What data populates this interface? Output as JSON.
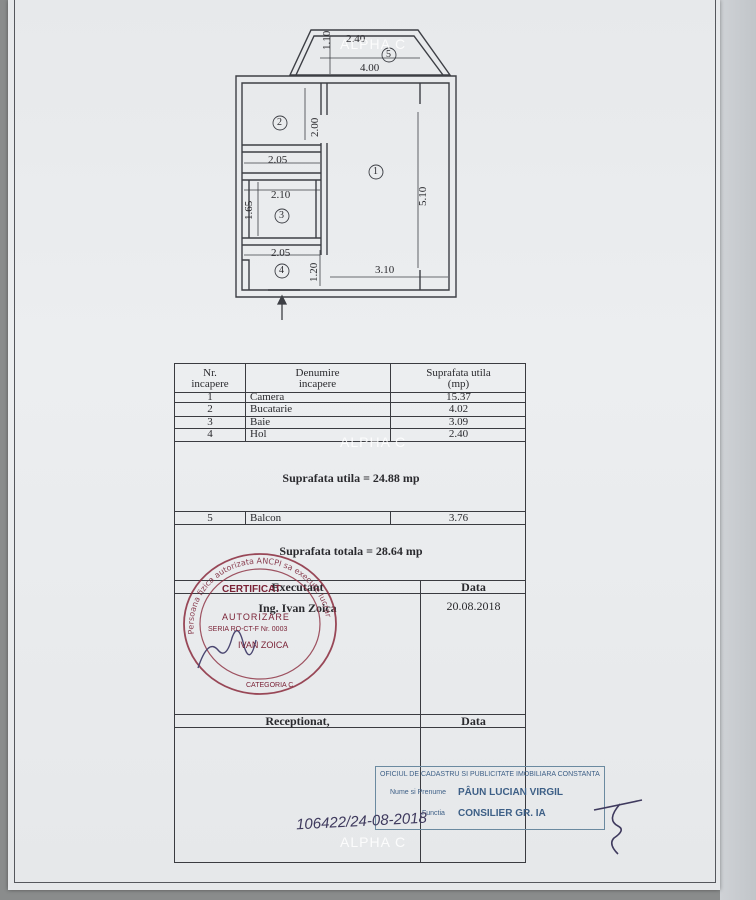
{
  "watermark": "ALPHA C",
  "plan": {
    "dims": {
      "balcony_top": "2.40",
      "balcony_side": "1.10",
      "total_width": "4.00",
      "room2_height": "2.00",
      "room2_width": "2.05",
      "room3_width": "2.10",
      "room3_height": "1.65",
      "room4_width": "2.05",
      "room4_height": "1.20",
      "room1_width": "3.10",
      "room1_height": "5.10"
    },
    "room_numbers": [
      "1",
      "2",
      "3",
      "4",
      "5"
    ]
  },
  "table": {
    "headers": {
      "nr": [
        "Nr.",
        "incapere"
      ],
      "name": [
        "Denumire",
        "incapere"
      ],
      "area": [
        "Suprafata utila",
        "(mp)"
      ]
    },
    "rows": [
      {
        "nr": "1",
        "name": "Camera",
        "area": "15.37"
      },
      {
        "nr": "2",
        "name": "Bucatarie",
        "area": "4.02"
      },
      {
        "nr": "3",
        "name": "Baie",
        "area": "3.09"
      },
      {
        "nr": "4",
        "name": "Hol",
        "area": "2.40"
      }
    ],
    "useful_total": "Suprafata utila = 24.88 mp",
    "balcony_row": {
      "nr": "5",
      "name": "Balcon",
      "area": "3.76"
    },
    "grand_total": "Suprafata totala = 28.64 mp",
    "executed_label": "Executant",
    "date_label": "Data",
    "executor_name": "Ing. Ivan Zoica",
    "executed_date": "20.08.2018",
    "received_label": "Receptionat,",
    "received_date_label": "Data"
  },
  "stamp_round": {
    "top_arc": "Persoana fizica autorizata ANCPI sa execute lucrari de cadastru",
    "certificat": "CERTIFICAT",
    "autorizare": "AUTORIZARE",
    "serie": "SERIA RO-CT-F Nr. 0003",
    "name": "IVAN ZOICA",
    "categoria": "CATEGORIA C"
  },
  "stamp_office": {
    "office": "OFICIUL DE CADASTRU SI PUBLICITATE IMOBILIARA CONSTANTA",
    "name_label": "Nume si Prenume",
    "name": "PÂUN LUCIAN VIRGIL",
    "function_label": "Functia",
    "function": "CONSILIER GR. IA"
  },
  "handwritten": "106422/24-08-2018"
}
